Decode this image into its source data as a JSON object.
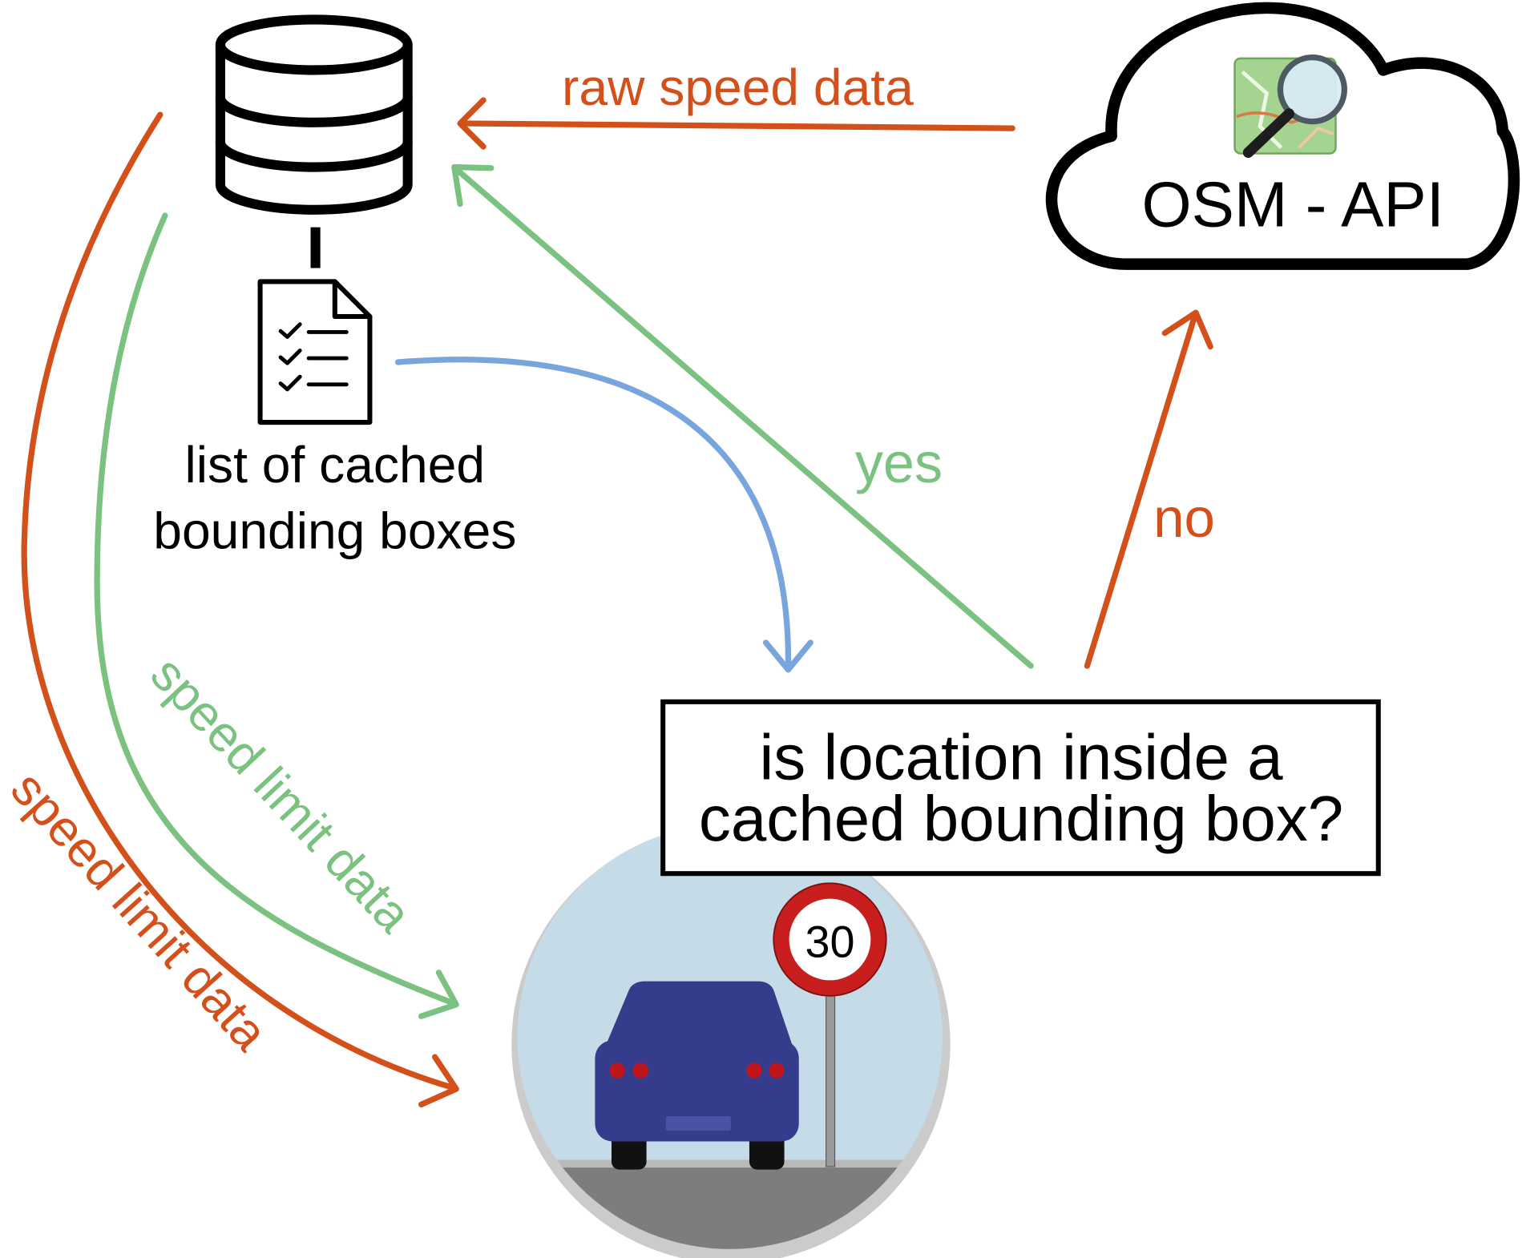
{
  "storage": {
    "list_label_line1": "list of cached",
    "list_label_line2": "bounding boxes"
  },
  "cloud": {
    "label": "OSM - API"
  },
  "flows": {
    "raw_speed_data": "raw speed data",
    "yes": "yes",
    "no": "no",
    "speed_limit_data_cache": "speed limit data",
    "speed_limit_data_api": "speed limit data"
  },
  "decision": {
    "line1": "is location inside a",
    "line2": "cached bounding box?"
  },
  "vehicle": {
    "speed_sign_value": "30"
  },
  "icons": {
    "database": "database-icon",
    "list": "checklist-document-icon",
    "cloud": "cloud-icon",
    "osm": "osm-logo-icon",
    "car": "car-icon",
    "sign": "speed-limit-sign-icon"
  },
  "colors": {
    "orange": "#d4501b",
    "green": "#7bc281",
    "blue": "#78a5dc",
    "car": "#353c8c",
    "sign_red": "#c81e1e",
    "sky": "#c6dbe8",
    "road": "#7d7d7d"
  }
}
